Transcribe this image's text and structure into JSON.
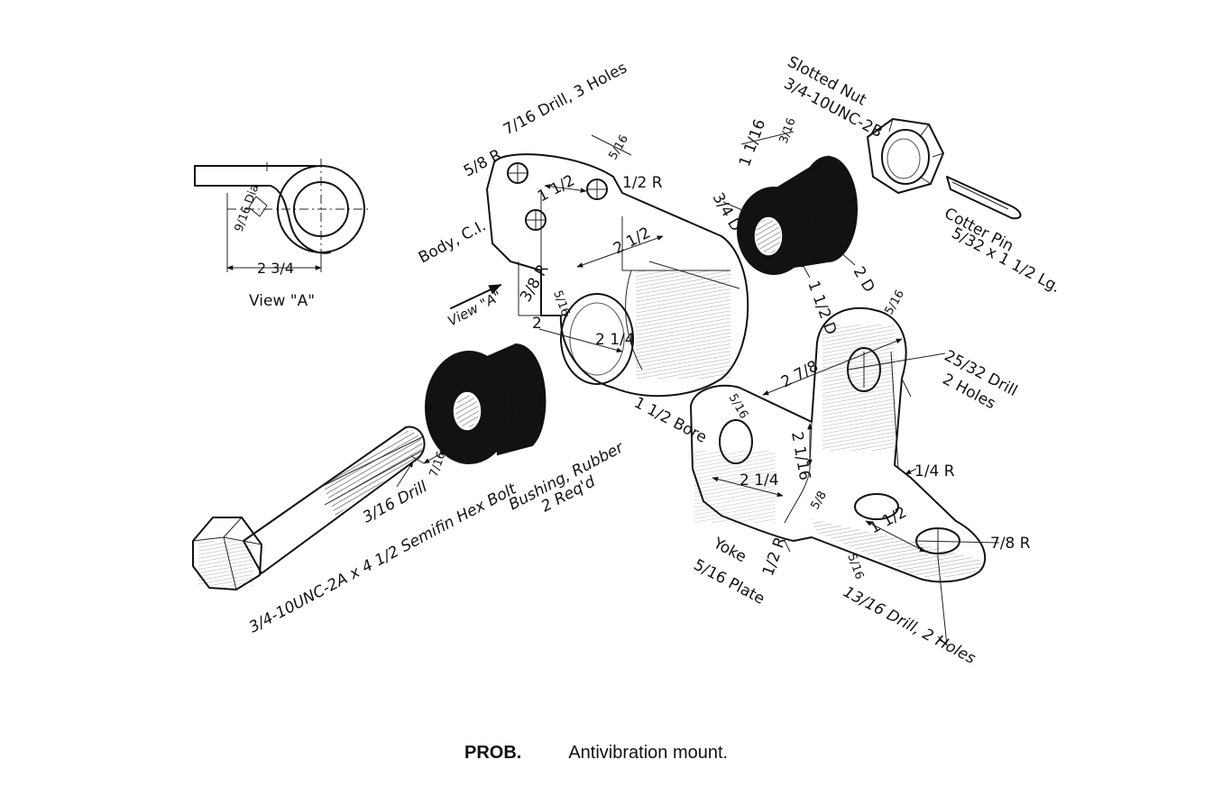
{
  "caption": {
    "prefix": "PROB.",
    "title": "Antivibration mount."
  },
  "view_a": {
    "title": "View \"A\"",
    "dim_width": "2 3/4",
    "dim_drill": "9/16 Dia"
  },
  "body": {
    "name": "Body, C.I.",
    "drill": "7/16 Drill, 3 Holes",
    "r_top": "5/8 R",
    "r_right": "1/2 R",
    "spacing": "1 1/2",
    "offset": "5/16",
    "length": "2 1/2",
    "left_r": "3/8 R",
    "thick": "5/16",
    "height": "2",
    "bore_dia": "2 1/4",
    "bore": "1 1/2 Bore",
    "view_arrow": "View \"A\""
  },
  "bushing_top": {
    "d_small": "3/4 D",
    "flange": "1 1/16",
    "lip": "3/16",
    "d_mid": "1 1/2 D",
    "d_big": "2 D"
  },
  "slotted_nut": {
    "name": "Slotted Nut",
    "spec": "3/4-10UNC-2B"
  },
  "cotter_pin": {
    "name": "Cotter Pin",
    "spec": "5/32 x 1 1/2 Lg."
  },
  "bushing_bottom": {
    "name": "Bushing, Rubber",
    "qty": "2 Req'd"
  },
  "bolt": {
    "spec": "3/4-10UNC-2A x 4 1/2 Semifin Hex Bolt",
    "drill": "3/16 Drill",
    "dim": "7/16"
  },
  "yoke": {
    "name": "Yoke",
    "plate": "5/16 Plate",
    "drill_top": "25/32 Drill",
    "drill_top_qty": "2 Holes",
    "top_thick": "5/16",
    "span": "2 7/8",
    "height": "2 1/16",
    "inner_r": "1/4 R",
    "left_d": "5/16",
    "width": "2 1/4",
    "r_small": "1/2 R",
    "slot": "5/8",
    "hole_spacing": "1 1/2",
    "r_end": "7/8 R",
    "foot_thick": "5/16",
    "drill_bottom": "13/16 Drill, 2 Holes"
  }
}
